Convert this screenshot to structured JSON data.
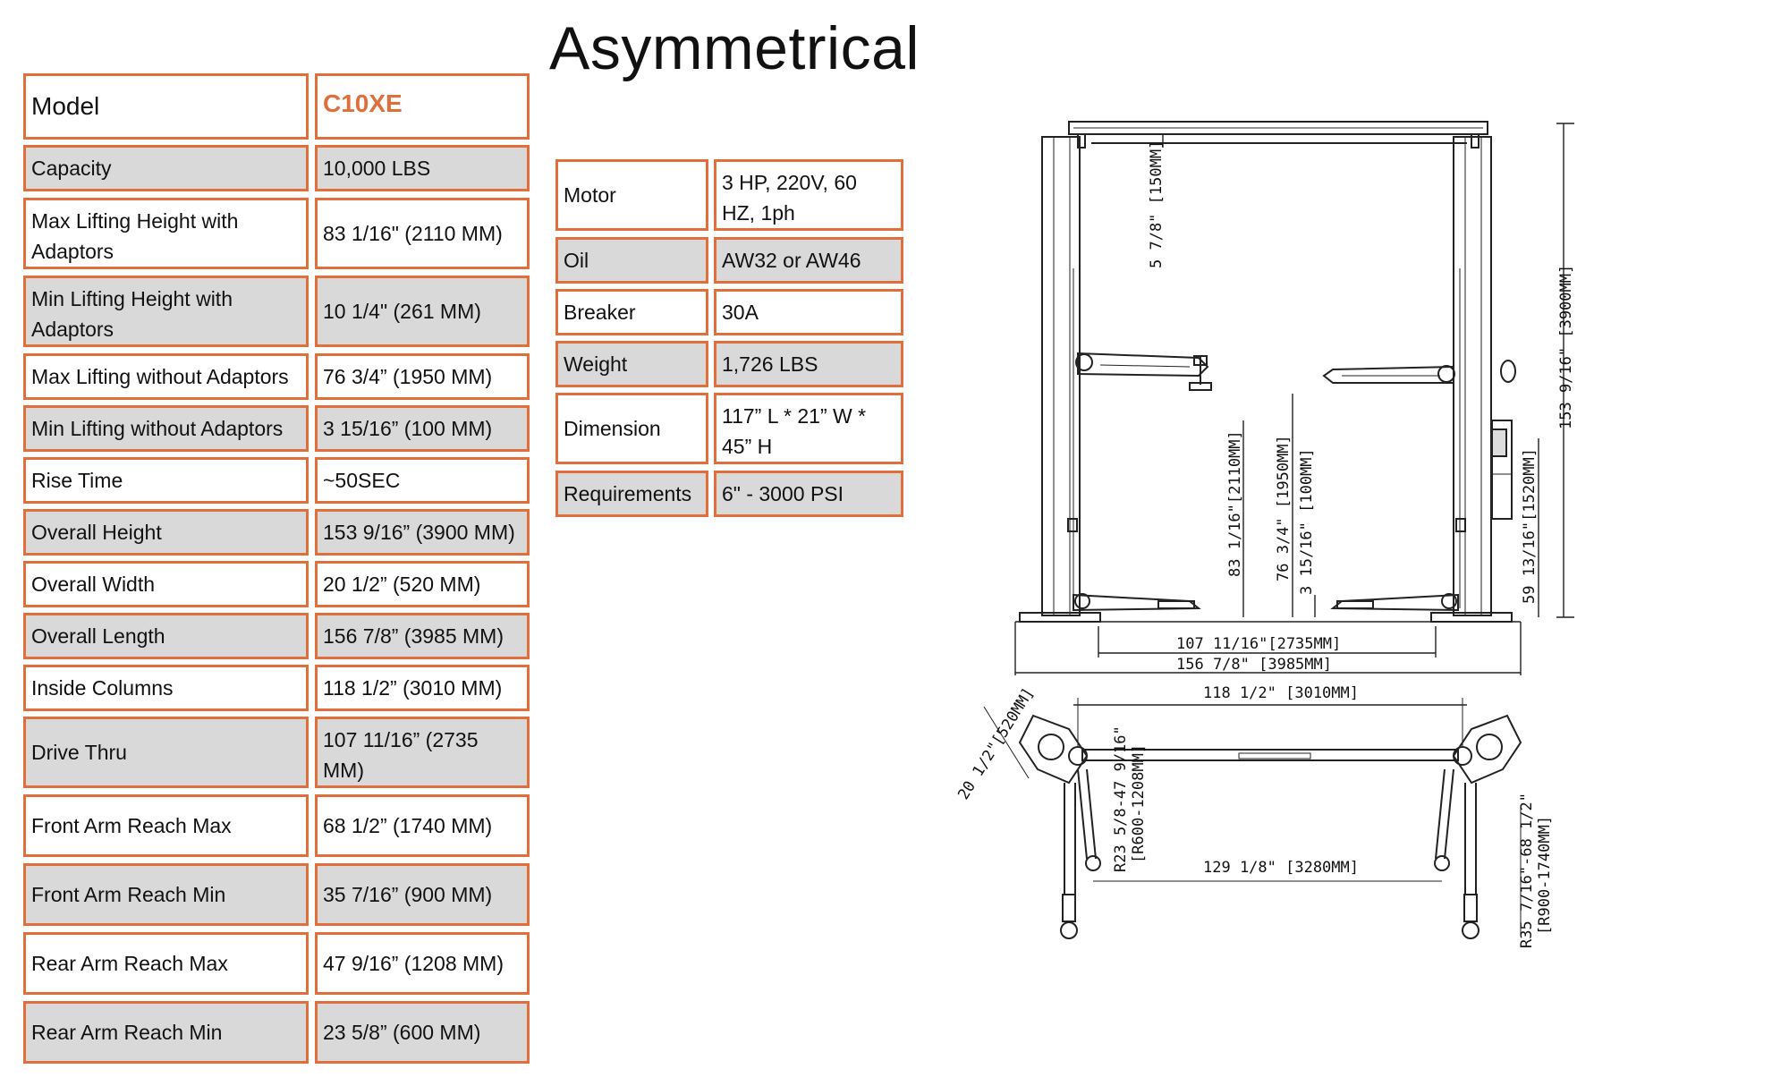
{
  "title": "Asymmetrical",
  "spec_table": {
    "header": {
      "label": "Model",
      "value": "C10XE"
    },
    "rows": [
      {
        "label": "Capacity",
        "value": "10,000 LBS"
      },
      {
        "label": "Max Lifting Height with Adaptors",
        "value": "83 1/16\" (2110 MM)"
      },
      {
        "label": "Min Lifting Height with Adaptors",
        "value": "10 1/4\" (261 MM)"
      },
      {
        "label": "Max Lifting without Adaptors",
        "value": "76 3/4” (1950 MM)"
      },
      {
        "label": "Min Lifting without Adaptors",
        "value": "3 15/16” (100 MM)"
      },
      {
        "label": "Rise Time",
        "value": "~50SEC"
      },
      {
        "label": "Overall Height",
        "value": "153 9/16” (3900 MM)"
      },
      {
        "label": "Overall Width",
        "value": "20 1/2” (520 MM)"
      },
      {
        "label": "Overall Length",
        "value": "156 7/8” (3985 MM)"
      },
      {
        "label": "Inside Columns",
        "value": "118 1/2” (3010 MM)"
      },
      {
        "label": "Drive Thru",
        "value": "107 11/16” (2735 MM)"
      },
      {
        "label": "Front Arm Reach Max",
        "value": "68 1/2” (1740 MM)"
      },
      {
        "label": "Front Arm Reach Min",
        "value": "35 7/16” (900 MM)"
      },
      {
        "label": "Rear Arm Reach Max",
        "value": "47 9/16” (1208 MM)"
      },
      {
        "label": "Rear Arm Reach Min",
        "value": "23 5/8” (600 MM)"
      }
    ]
  },
  "motor_table": {
    "rows": [
      {
        "label": "Motor",
        "value": "3 HP, 220V, 60 HZ, 1ph"
      },
      {
        "label": "Oil",
        "value": "AW32 or AW46"
      },
      {
        "label": "Breaker",
        "value": "30A"
      },
      {
        "label": "Weight",
        "value": "1,726 LBS"
      },
      {
        "label": "Dimension",
        "value": "117” L * 21” W * 45” H"
      },
      {
        "label": "Requirements",
        "value": "6\" - 3000 PSI"
      }
    ]
  },
  "drawing": {
    "dim_top_clearance": "5 7/8\" [150MM]",
    "dim_overall_height": "153 9/16\" [3900MM]",
    "dim_max_with_adaptors": "83 1/16\"[2110MM]",
    "dim_max_without": "76 3/4\" [1950MM]",
    "dim_min_without": "3 15/16\" [100MM]",
    "dim_power_unit": "59 13/16\"[1520MM]",
    "dim_drive_thru": "107 11/16\"[2735MM]",
    "dim_overall_length": "156 7/8\" [3985MM]",
    "dim_inside_columns": "118 1/2\" [3010MM]",
    "dim_overall_width": "20 1/2\"[520MM]",
    "dim_rear_arm": "R23 5/8-47 9/16\"",
    "dim_rear_arm_mm": "[R600-1208MM]",
    "dim_base": "129 1/8\" [3280MM]",
    "dim_front_arm": "R35 7/16\"-68 1/2\"",
    "dim_front_arm_mm": "[R900-1740MM]"
  },
  "colors": {
    "border": "#e06f3c",
    "shade": "#d9d9d9",
    "accent_text": "#e06f3c"
  }
}
